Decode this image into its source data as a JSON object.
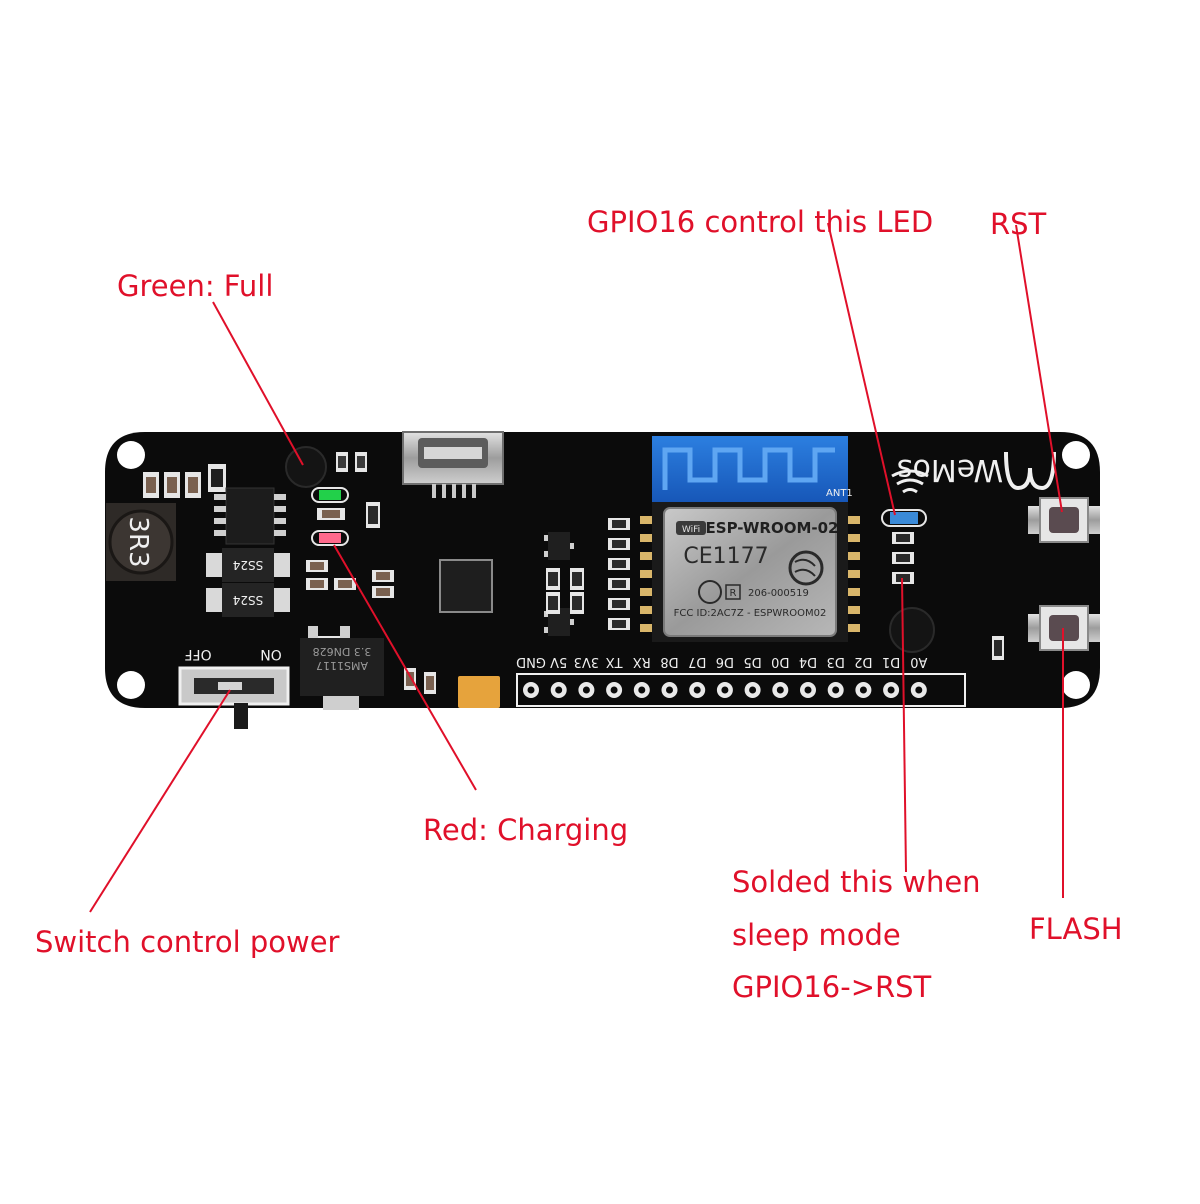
{
  "callouts": {
    "green_full": "Green: Full",
    "gpio16_led": "GPIO16 control this LED",
    "rst": "RST",
    "red_charging": "Red: Charging",
    "switch_power": "Switch control power",
    "solded_line1": "Solded this when",
    "solded_line2": "sleep mode",
    "solded_line3": "GPIO16->RST",
    "flash": "FLASH"
  },
  "board": {
    "switch_off": "OFF",
    "switch_on": "ON",
    "inductor": "3R3",
    "diode_a": "SS24",
    "diode_b": "SS24",
    "regulator_l1": "AMS1117",
    "regulator_l2": "3.3 DN628",
    "module_name": "ESP-WROOM-02",
    "module_wifi": "WiFi",
    "module_ce": "CE1177",
    "module_r": "R",
    "module_cert": "206-000519",
    "module_fcc": "FCC ID:2AC7Z - ESPWROOM02",
    "antenna": "ANT1",
    "brand": "WeMos",
    "pins": [
      "GND",
      "5V",
      "3V3",
      "TX",
      "RX",
      "D8",
      "D7",
      "D6",
      "D5",
      "D0",
      "D4",
      "D3",
      "D2",
      "D1",
      "A0"
    ]
  },
  "colors": {
    "callout": "#e0102a",
    "pcb": "#0b0b0b",
    "silkscreen": "#f0f0f0",
    "led_green": "#22d04a",
    "led_red": "#ff6a8c",
    "led_blue": "#3a8ad8",
    "antenna": "#1f6fcf"
  }
}
